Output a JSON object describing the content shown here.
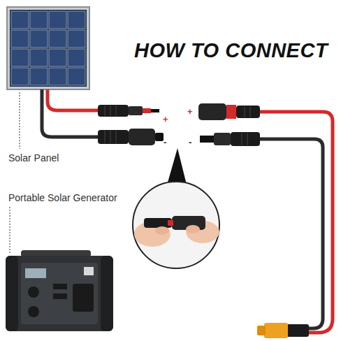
{
  "diagram": {
    "title": "HOW TO CONNECT",
    "labels": [
      "+",
      "+",
      "-",
      "-",
      "Solar Panel",
      "Portable Solar Generator"
    ]
  }
}
